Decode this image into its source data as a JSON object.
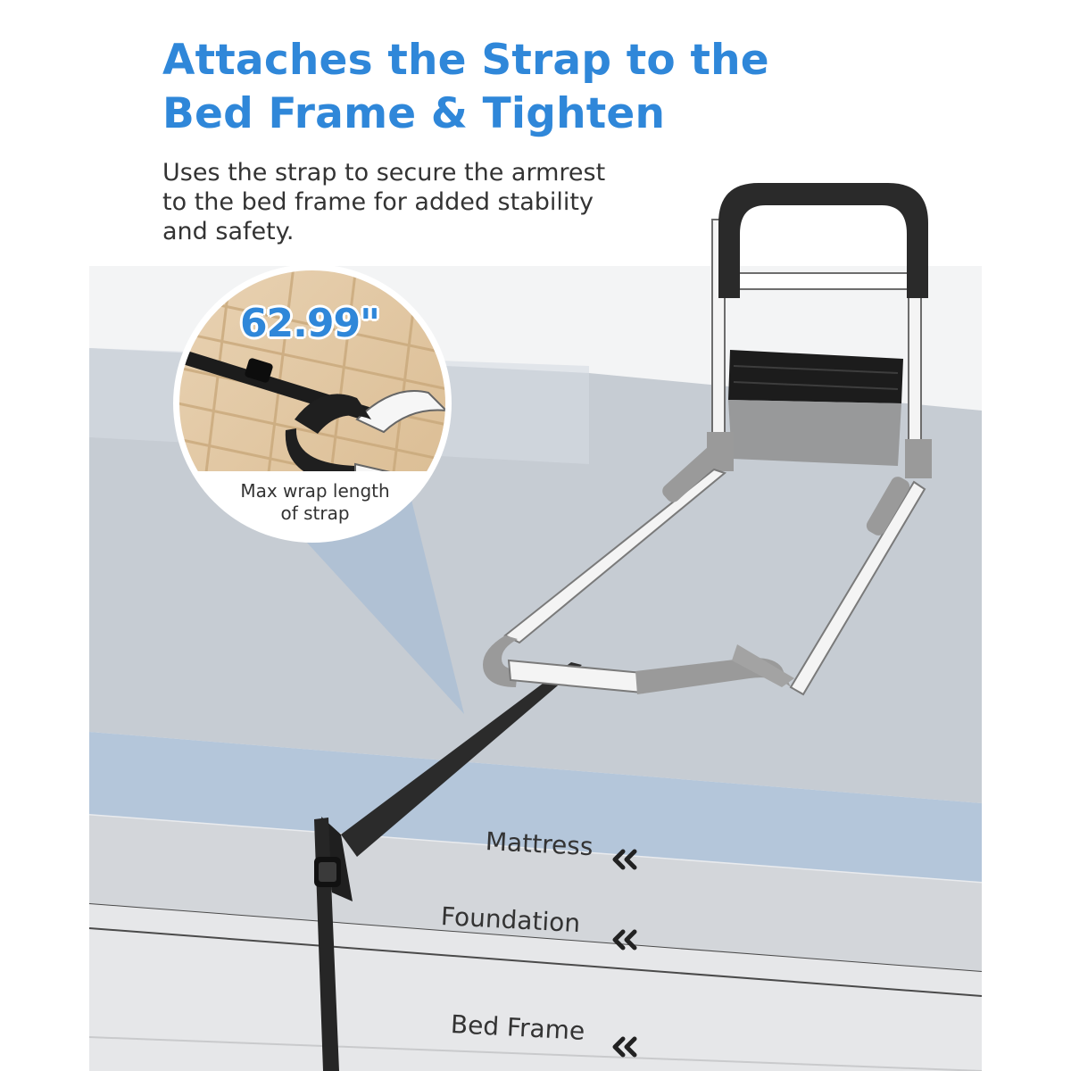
{
  "headline": {
    "line1": "Attaches the Strap to the",
    "line2": "Bed Frame & Tighten"
  },
  "subhead": {
    "line1": "Uses the strap to secure the armrest",
    "line2": "to the bed frame for added stability",
    "line3": "and safety."
  },
  "inset": {
    "measurement": "62.99\"",
    "caption_line1": "Max wrap length",
    "caption_line2": "of strap"
  },
  "layers": {
    "mattress": "Mattress",
    "foundation": "Foundation",
    "bed_frame": "Bed Frame"
  },
  "icons": {
    "layer_pointer": "double-chevron-left-icon"
  },
  "colors": {
    "accent": "#2f87d9",
    "text": "#333333",
    "mattress_top": "#c7cdd4",
    "mattress_front": "#b1c4d9",
    "foundation": "#d3d6da",
    "frame": "#e6e7e9"
  }
}
